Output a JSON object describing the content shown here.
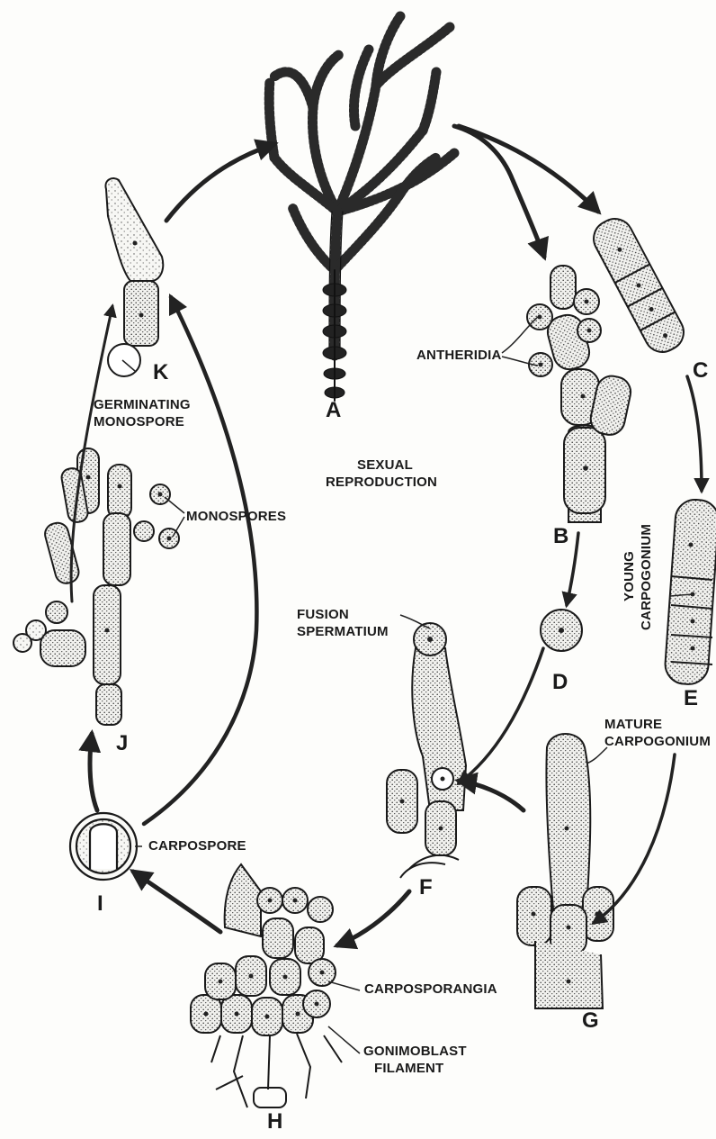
{
  "diagram": {
    "stage_letters": {
      "a": "A",
      "b": "B",
      "c": "C",
      "d": "D",
      "e": "E",
      "f": "F",
      "g": "G",
      "h": "H",
      "i": "I",
      "j": "J",
      "k": "K"
    },
    "labels": {
      "antheridia": "ANTHERIDIA",
      "germinating_1": "GERMINATING",
      "germinating_2": "MONOSPORE",
      "sexual_1": "SEXUAL",
      "sexual_2": "REPRODUCTION",
      "monospores": "MONOSPORES",
      "young_1": "YOUNG",
      "young_2": "CARPOGONIUM",
      "fusion_1": "FUSION",
      "fusion_2": "SPERMATIUM",
      "mature_1": "MATURE",
      "mature_2": "CARPOGONIUM",
      "carpospore": "CARPOSPORE",
      "carposporangia": "CARPOSPORANGIA",
      "gonimoblast_1": "GONIMOBLAST",
      "gonimoblast_2": "FILAMENT"
    }
  }
}
